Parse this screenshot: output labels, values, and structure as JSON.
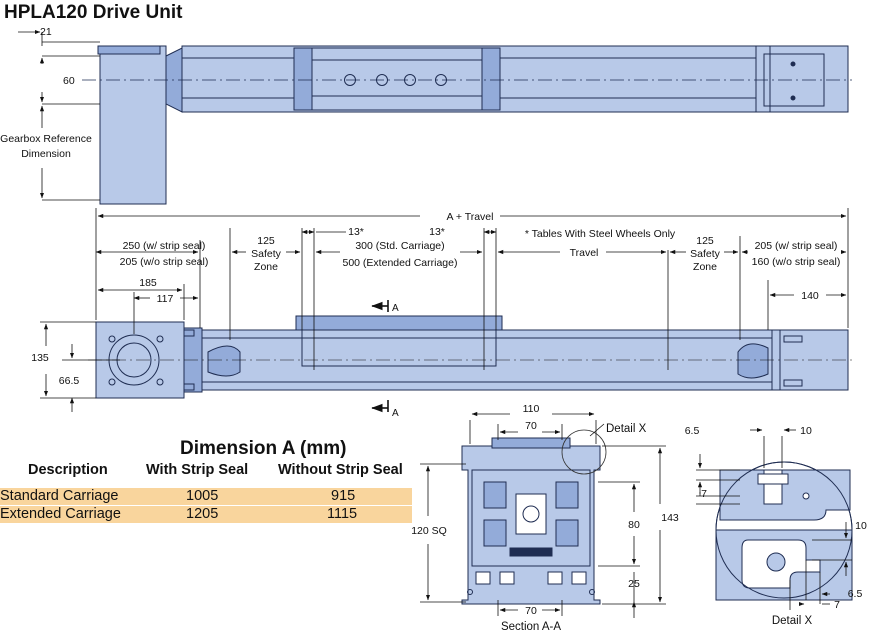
{
  "title": "HPLA120 Drive Unit",
  "colors": {
    "body": "#b8c9e8",
    "body_dark": "#93abd9",
    "outline": "#1f2d52",
    "table_row": "#f9d59d"
  },
  "dimensions": {
    "d21": "21",
    "d60": "60",
    "gearbox_ref_1": "Gearbox Reference",
    "gearbox_ref_2": "Dimension",
    "a_travel": "A + Travel",
    "d250": "250 (w/ strip seal)",
    "d205l": "205 (w/o strip seal)",
    "safety_125": "125",
    "safety_word": "Safety",
    "safety_zone": "Zone",
    "d13a": "13*",
    "d13b": "13*",
    "d300": "300 (Std. Carriage)",
    "d500": "500 (Extended Carriage)",
    "steel_note": "* Tables With Steel Wheels Only",
    "travel": "Travel",
    "safety_125r": "125",
    "safety_word_r": "Safety",
    "safety_zone_r": "Zone",
    "d205r": "205 (w/ strip seal)",
    "d160r": "160 (w/o strip seal)",
    "d185": "185",
    "d117": "117",
    "d140": "140",
    "d135": "135",
    "d66_5": "66.5",
    "section_a1": "A",
    "section_a2": "A",
    "d110": "110",
    "d70t": "70",
    "detail_x_label": "Detail X",
    "d120sq": "120 SQ",
    "d143": "143",
    "d80": "80",
    "d25": "25",
    "d70b": "70",
    "section_label": "Section A-A",
    "d6_5t": "6.5",
    "d10t": "10",
    "d7t": "7",
    "d10r": "10",
    "d6_5b": "6.5",
    "d7b": "7",
    "detail_x_bottom": "Detail X"
  },
  "table": {
    "title": "Dimension A (mm)",
    "headers": [
      "Description",
      "With Strip Seal",
      "Without Strip Seal"
    ],
    "rows": [
      {
        "description": "Standard Carriage",
        "with_seal": "1005",
        "without_seal": "915"
      },
      {
        "description": "Extended Carriage",
        "with_seal": "1205",
        "without_seal": "1115"
      }
    ]
  }
}
